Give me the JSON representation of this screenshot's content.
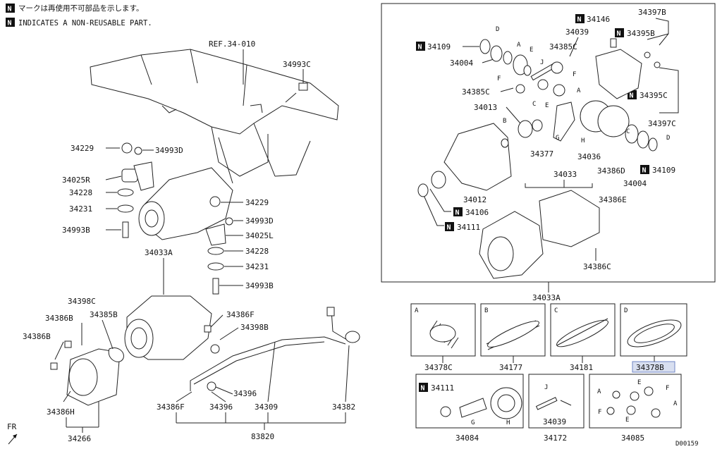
{
  "notices": {
    "jp": "マークは再使用不可部品を示します。",
    "en": "INDICATES A NON-REUSABLE PART.",
    "badge": "N"
  },
  "highlight_color": "#d8dff0",
  "footer_code": "D00159",
  "fr_label": "FR",
  "ref_label": "REF.34-010",
  "left_labels": {
    "p34993C": "34993C",
    "p34229a": "34229",
    "p34993Da": "34993D",
    "p34025R": "34025R",
    "p34228a": "34228",
    "p34231a": "34231",
    "p34993Ba": "34993B",
    "p34229b": "34229",
    "p34993Db": "34993D",
    "p34025L": "34025L",
    "p34228b": "34228",
    "p34231b": "34231",
    "p34993Bb": "34993B",
    "p34033A": "34033A",
    "p34398C": "34398C",
    "p34386Ba": "34386B",
    "p34385B": "34385B",
    "p34386Bb": "34386B",
    "p34386F": "34386F",
    "p34398B": "34398B",
    "p34396a": "34396",
    "p34386H": "34386H",
    "p34386Fb": "34386F",
    "p34396b": "34396",
    "p34309": "34309",
    "p34382": "34382",
    "p34266": "34266",
    "p83820": "83820"
  },
  "right_labels": {
    "p34146": "34146",
    "p34397B": "34397B",
    "p34109a": "34109",
    "p34039": "34039",
    "p34395B": "34395B",
    "p34385C": "34385C",
    "p34004a": "34004",
    "p34385Cb": "34385C",
    "p34395C": "34395C",
    "p34013": "34013",
    "p34397C": "34397C",
    "p34377": "34377",
    "p34036": "34036",
    "p34386D": "34386D",
    "p34109b": "34109",
    "p34004b": "34004",
    "p34033": "34033",
    "p34012": "34012",
    "p34386E": "34386E",
    "p34106": "34106",
    "p34111": "34111",
    "p34386C": "34386C",
    "p34033A": "34033A"
  },
  "letters": [
    "A",
    "B",
    "C",
    "D",
    "E",
    "F",
    "G",
    "H",
    "J"
  ],
  "kits": [
    {
      "letter": "A",
      "label": "34378C"
    },
    {
      "letter": "B",
      "label": "34177"
    },
    {
      "letter": "C",
      "label": "34181"
    },
    {
      "letter": "D",
      "label": "34378B",
      "highlighted": true
    }
  ],
  "bottom_kits": [
    {
      "label": "34084",
      "inner": "34111"
    },
    {
      "label": "34172",
      "inner": "34039"
    },
    {
      "label": "34085"
    }
  ]
}
